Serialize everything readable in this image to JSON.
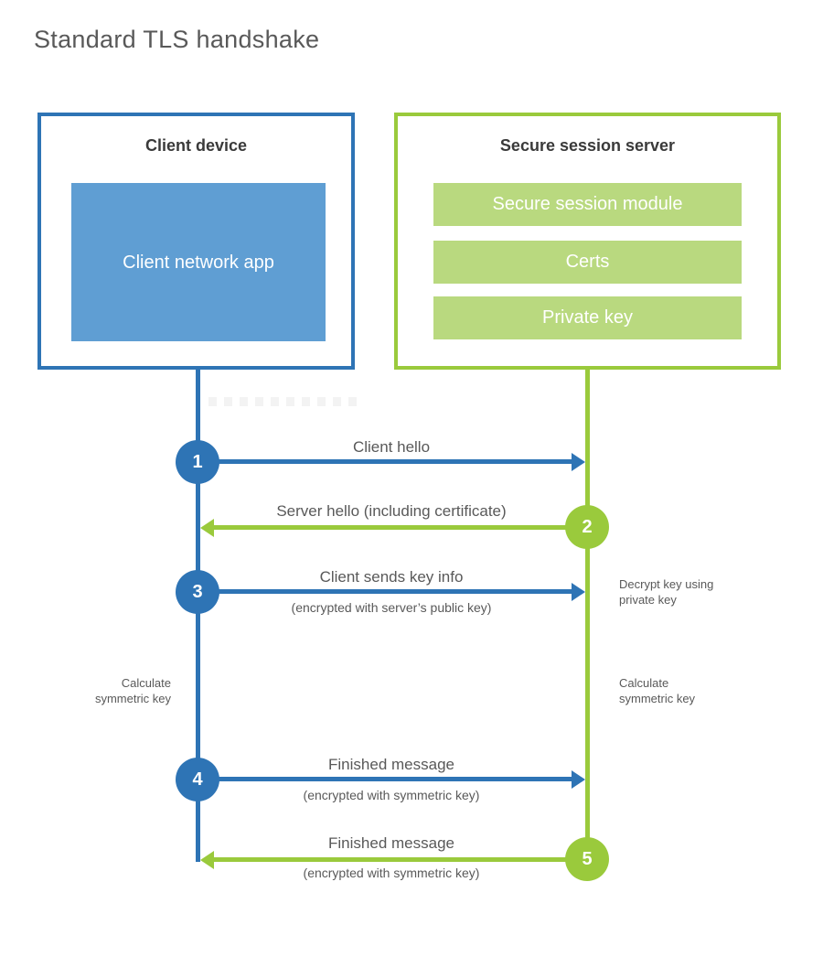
{
  "title": "Standard TLS handshake",
  "colors": {
    "blue": "#2e74b5",
    "blue_light": "#5f9ed3",
    "green": "#9aca3c",
    "green_light": "#b9d97f",
    "heading_text": "#3a3a3a",
    "label_text": "#595959"
  },
  "client_box": {
    "title": "Client device",
    "app_label": "Client network app"
  },
  "server_box": {
    "title": "Secure session server",
    "modules": [
      "Secure session module",
      "Certs",
      "Private key"
    ]
  },
  "steps": [
    {
      "num": "1",
      "label": "Client hello",
      "sublabel": "",
      "direction": "client-to-server",
      "color": "blue"
    },
    {
      "num": "2",
      "label": "Server hello (including certificate)",
      "sublabel": "",
      "direction": "server-to-client",
      "color": "green"
    },
    {
      "num": "3",
      "label": "Client sends key info",
      "sublabel": "(encrypted with server’s public key)",
      "direction": "client-to-server",
      "color": "blue"
    },
    {
      "num": "4",
      "label": "Finished message",
      "sublabel": "(encrypted with symmetric key)",
      "direction": "client-to-server",
      "color": "blue"
    },
    {
      "num": "5",
      "label": "Finished message",
      "sublabel": "(encrypted with symmetric key)",
      "direction": "server-to-client",
      "color": "green"
    }
  ],
  "notes": {
    "decrypt": "Decrypt key using private key",
    "calc_left": "Calculate symmetric key",
    "calc_right": "Calculate symmetric key"
  }
}
